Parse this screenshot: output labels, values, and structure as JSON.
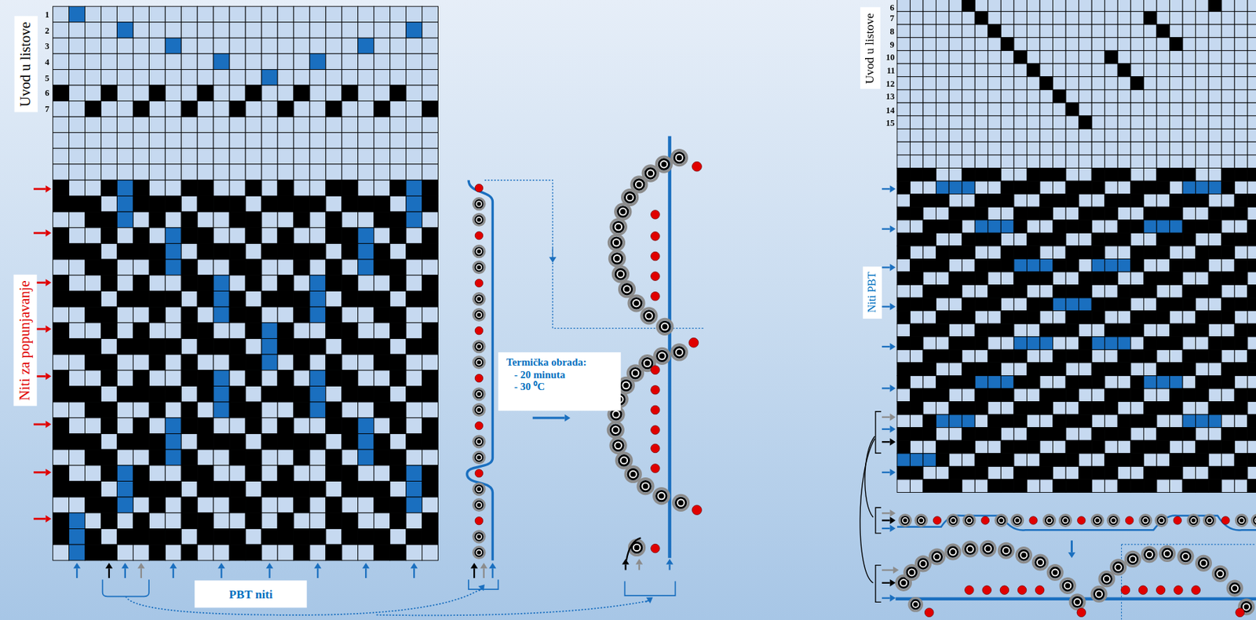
{
  "diagram": {
    "nodes": [
      {
        "text": [
          "Uvod u listove"
        ]
      },
      {
        "text": [
          "Niti za popunjavanje"
        ]
      },
      {
        "text": [
          "PBT niti"
        ]
      },
      {
        "text": [
          "Termička obrada:",
          "- 20 minuta",
          "- 30 ⁰C"
        ]
      },
      {
        "text": [
          "Uvod u listove"
        ]
      },
      {
        "text": [
          "Niti PBT"
        ]
      }
    ],
    "labels": [
      "1",
      "2",
      "3",
      "4",
      "5",
      "6",
      "7",
      "6",
      "7",
      "8",
      "9",
      "10",
      "11",
      "12",
      "13",
      "14",
      "15"
    ]
  }
}
